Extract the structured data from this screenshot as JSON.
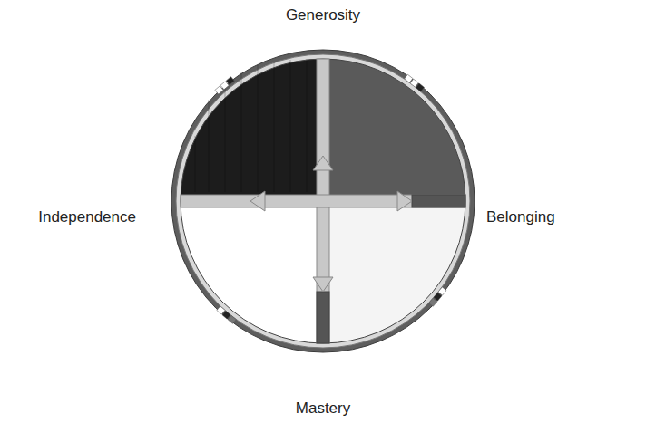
{
  "diagram": {
    "labels": [
      "Generosity",
      "Independence",
      "Belonging",
      "Mastery"
    ]
  }
}
